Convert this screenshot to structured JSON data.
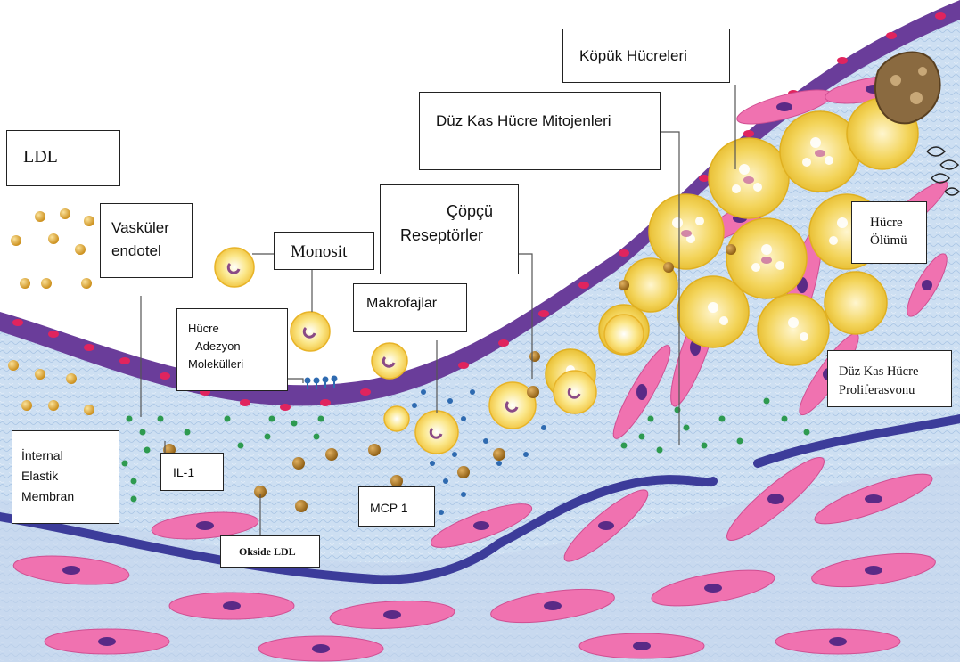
{
  "labels": {
    "ldl": "LDL",
    "vaskuler_1": "Vasküler",
    "vaskuler_2": "endotel",
    "monosit": "Monosit",
    "adezyon_1": "Hücre",
    "adezyon_2": "Adezyon",
    "adezyon_3": "Molekülleri",
    "makrofajlar": "Makrofajlar",
    "copcu_1": "Çöpçü",
    "copcu_2": "Reseptörler",
    "mitojen": "Düz Kas Hücre Mitojenleri",
    "kopuk": "Köpük Hücreleri",
    "olum_1": "Hücre",
    "olum_2": "Ölümü",
    "prolif_1": "Düz Kas Hücre",
    "prolif_2": "Proliferasvonu",
    "internal_1": "İnternal",
    "internal_2": "Elastik",
    "internal_3": "Membran",
    "il1": "IL-1",
    "mcp": "MCP 1",
    "okside": "Okside LDL"
  },
  "colors": {
    "endothelium": "#6a3d9a",
    "endothelium_nucleus": "#e0245e",
    "smooth_muscle": "#f072b0",
    "smooth_muscle_nucleus": "#5a2a86",
    "intima": "#c8dcf0",
    "elastic_membrane": "#3c3c9a",
    "ldl_particle": "#e8b030",
    "foam_cell": "#f5d860",
    "green_dot": "#2e9a50",
    "blue_dot": "#2e6ab0",
    "brown_dot": "#b07a1e"
  }
}
